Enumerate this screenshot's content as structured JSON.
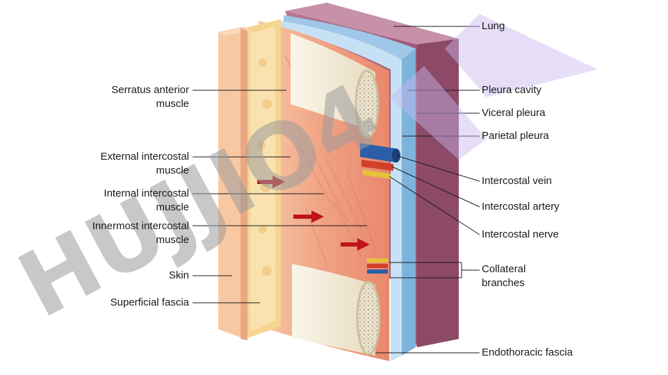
{
  "labels_left": {
    "serratus": [
      "Serratus anterior",
      "muscle"
    ],
    "external": [
      "External intercostal",
      "muscle"
    ],
    "internal": [
      "Internal intercostal",
      "muscle"
    ],
    "innermost": [
      "Innermost intercostal",
      "muscle"
    ],
    "skin": [
      "Skin"
    ],
    "superficial": [
      "Superficial fascia"
    ]
  },
  "labels_right": {
    "lung": [
      "Lung"
    ],
    "pleura_cavity": [
      "Pleura cavity"
    ],
    "visceral": [
      "Viceral pleura"
    ],
    "parietal": [
      "Parietal pleura"
    ],
    "vein": [
      "Intercostal vein"
    ],
    "artery": [
      "Intercostal artery"
    ],
    "nerve": [
      "Intercostal nerve"
    ],
    "collateral": [
      "Collateral",
      "branches"
    ],
    "endothoracic": [
      "Endothoracic fascia"
    ]
  },
  "watermark": "HUJJIO4",
  "colors": {
    "lung": "#a25c78",
    "muscle": "#f0a080",
    "bone": "#f2ead6",
    "vein": "#2a5ea8",
    "artery": "#d2402a",
    "nerve": "#e6c23a",
    "arrow": "#c0141c",
    "watermark": "#9c9c9c"
  }
}
